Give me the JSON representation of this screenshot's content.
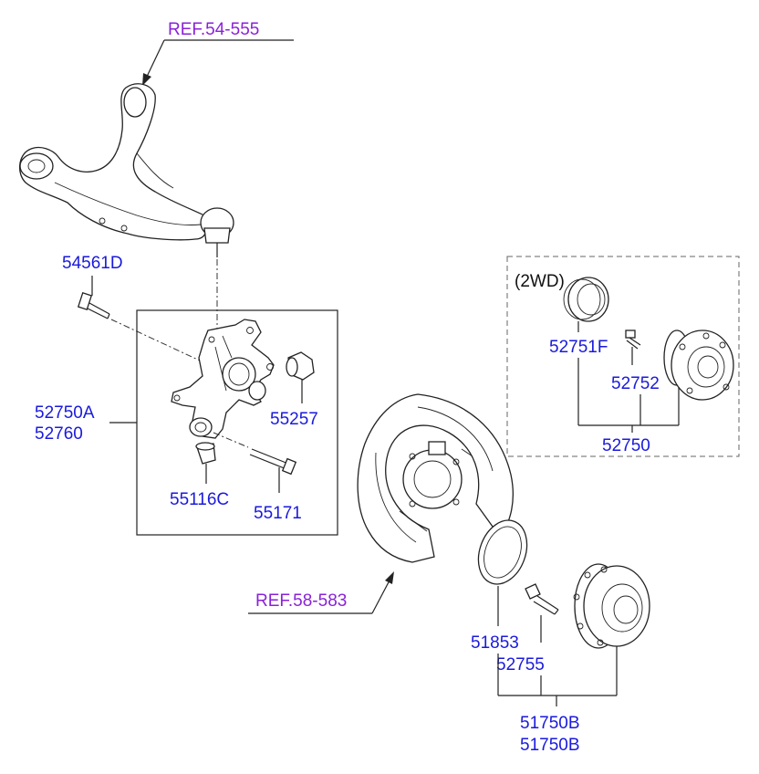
{
  "labels": {
    "ref_upper_arm": "REF.54-555",
    "ref_backing_plate": "REF.58-583",
    "bolt_top": "54561D",
    "knuckle_1": "52750A",
    "knuckle_2": "52760",
    "bushing_right": "55257",
    "bushing_bottom": "55116C",
    "bolt_bottom": "55171",
    "variant_note": "(2WD)",
    "cap": "52751F",
    "hub_bolt_2wd": "52752",
    "hub_assy_2wd": "52750",
    "oring": "51853",
    "hub_bolt": "52755",
    "hub_assy_1": "51750B",
    "hub_assy_2": "51750B"
  },
  "colors": {
    "part_number": "#1a1adc",
    "reference": "#8a22d8",
    "line": "#222222"
  }
}
